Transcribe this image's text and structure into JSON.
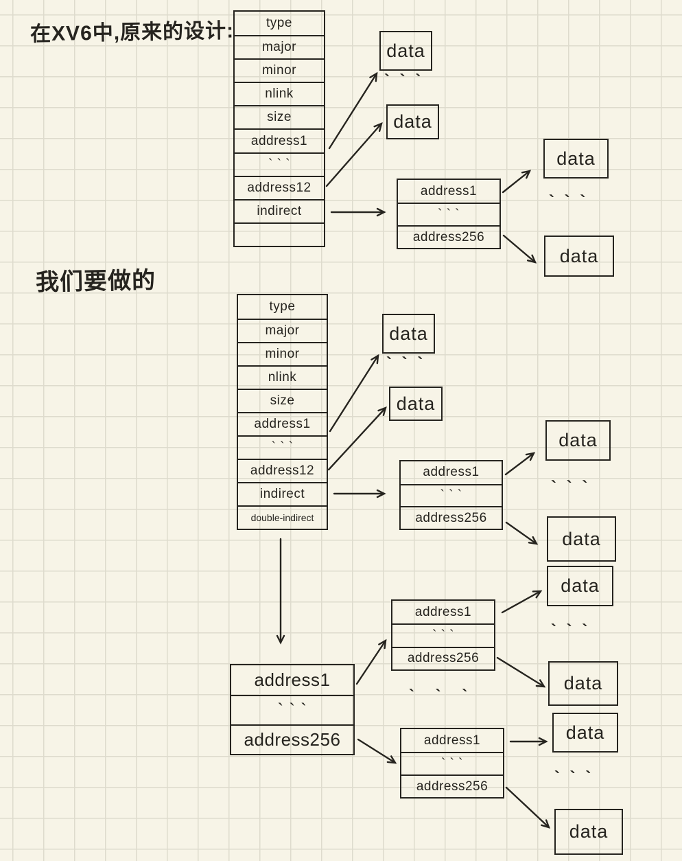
{
  "page": {
    "paper_color": "#f7f4e7",
    "grid_color": "#dedbcd",
    "ink_color": "#26241f"
  },
  "original_design": {
    "heading": "在XV6中,原来的设计:",
    "inode_table_rows": [
      "type",
      "major",
      "minor",
      "nlink",
      "size",
      "address1",
      "` ` `",
      "address12",
      "indirect",
      ""
    ],
    "indirect_block_rows": [
      "address1",
      "` ` `",
      "address256"
    ],
    "data_boxes": [
      "data",
      "data",
      "data",
      "data"
    ],
    "ellipses": [
      "` ` `",
      "` ` `"
    ]
  },
  "new_design": {
    "heading": "我们要做的",
    "inode_table_rows": [
      "type",
      "major",
      "minor",
      "nlink",
      "size",
      "address1",
      "` ` `",
      "address12",
      "indirect",
      "double-indirect"
    ],
    "indirect_block_rows": [
      "address1",
      "` ` `",
      "address256"
    ],
    "double_indirect_block_rows": [
      "address1",
      "` ` `",
      "address256"
    ],
    "level2_block_1_rows": [
      "address1",
      "` ` `",
      "address256"
    ],
    "level2_block_2_rows": [
      "address1",
      "` ` `",
      "address256"
    ],
    "data_boxes": [
      "data",
      "data",
      "data",
      "data",
      "data",
      "data",
      "data",
      "data"
    ],
    "ellipses": [
      "` ` `",
      "` ` `",
      "` ` `",
      "` ` `",
      "` ` `"
    ]
  }
}
